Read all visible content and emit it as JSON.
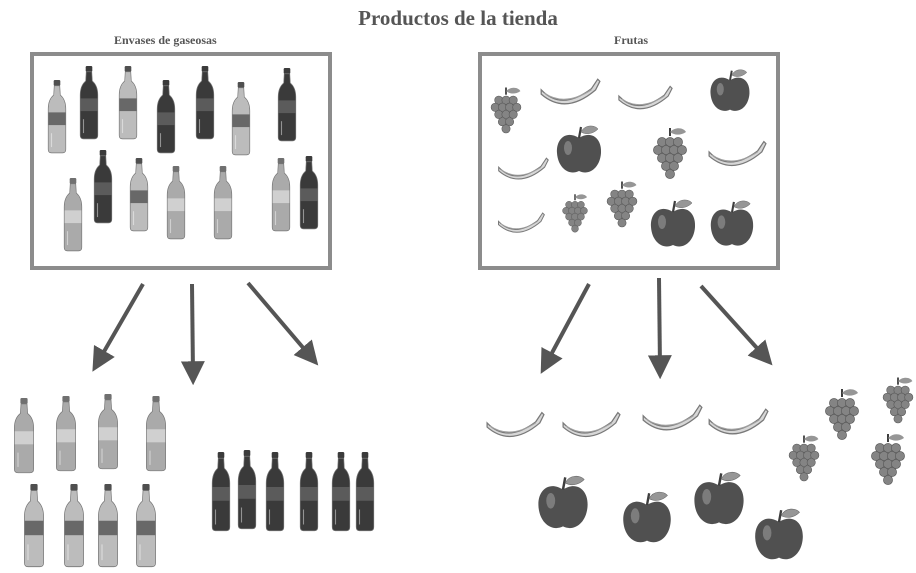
{
  "title": "Productos de la tienda",
  "groups": {
    "left": {
      "label": "Envases de gaseosas"
    },
    "right": {
      "label": "Frutas"
    }
  },
  "icons": [
    "bottle-orange-icon",
    "bottle-cola-icon",
    "bottle-yellow-icon",
    "banana-icon",
    "apple-icon",
    "grapes-icon",
    "arrow-icon"
  ],
  "colors": {
    "box_border": "#8c8c8c",
    "arrow": "#555555",
    "orange_soda": "#f0a040",
    "cola": "#7a2a20",
    "yellow_soda": "#e8b860",
    "banana": "#f2d87a",
    "apple": "#c83030",
    "grape": "#8a8a3a"
  }
}
